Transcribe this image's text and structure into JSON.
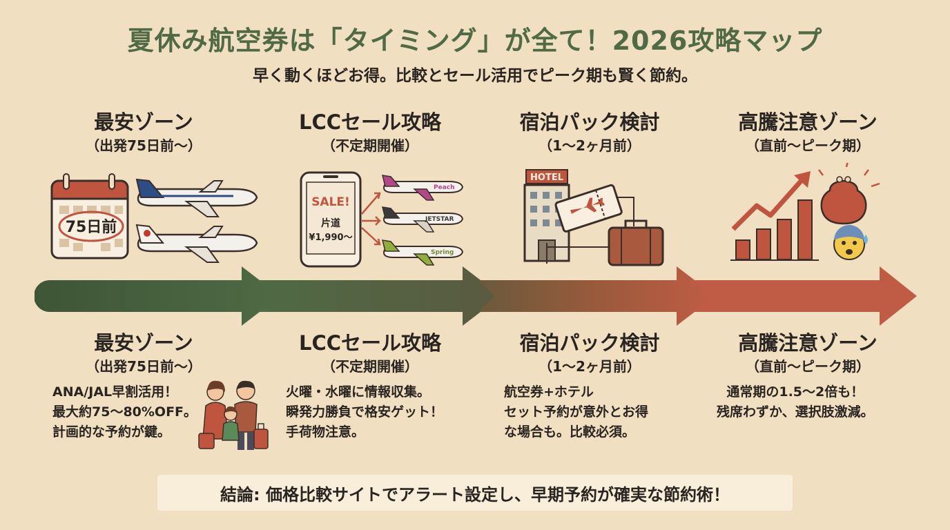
{
  "title": "夏休み航空券は「タイミング」が全て！2026攻略マップ",
  "subtitle": "早く動くほどお得。比較とセール活用でピーク期も賢く節約。",
  "zones": [
    {
      "name": "最安ゾーン",
      "period": "（出発75日前〜）",
      "desc": [
        "ANA/JAL早割活用！",
        "最大約75〜80%OFF。",
        "計画的な予約が鍵。"
      ],
      "color": "#4d6145"
    },
    {
      "name": "LCCセール攻略",
      "period": "（不定期開催）",
      "desc": [
        "火曜・水曜に情報収集。",
        "瞬発力勝負で格安ゲット！",
        "手荷物注意。"
      ],
      "color": "#5a6a4c"
    },
    {
      "name": "宿泊パック検討",
      "period": "（1〜2ヶ月前）",
      "desc": [
        "航空券+ホテル",
        "セット予約が意外とお得",
        "な場合も。比較必須。"
      ],
      "color": "#a95a3e"
    },
    {
      "name": "高騰注意ゾーン",
      "period": "（直前〜ピーク期）",
      "desc": [
        "通常期の1.5〜2倍も！",
        "残席わずか、選択肢激減。"
      ],
      "color": "#c05c45"
    }
  ],
  "calendar_label": "75日前",
  "phone": {
    "sale": "SALE!",
    "line1": "片道",
    "line2": "¥1,990〜"
  },
  "planes": {
    "p1": "Peach",
    "p2": "JETSTAR",
    "p3": "Spring"
  },
  "hotel_sign": "HOTEL",
  "conclusion": "結論: 価格比較サイトでアラート設定し、早期予約が確実な節約術！"
}
